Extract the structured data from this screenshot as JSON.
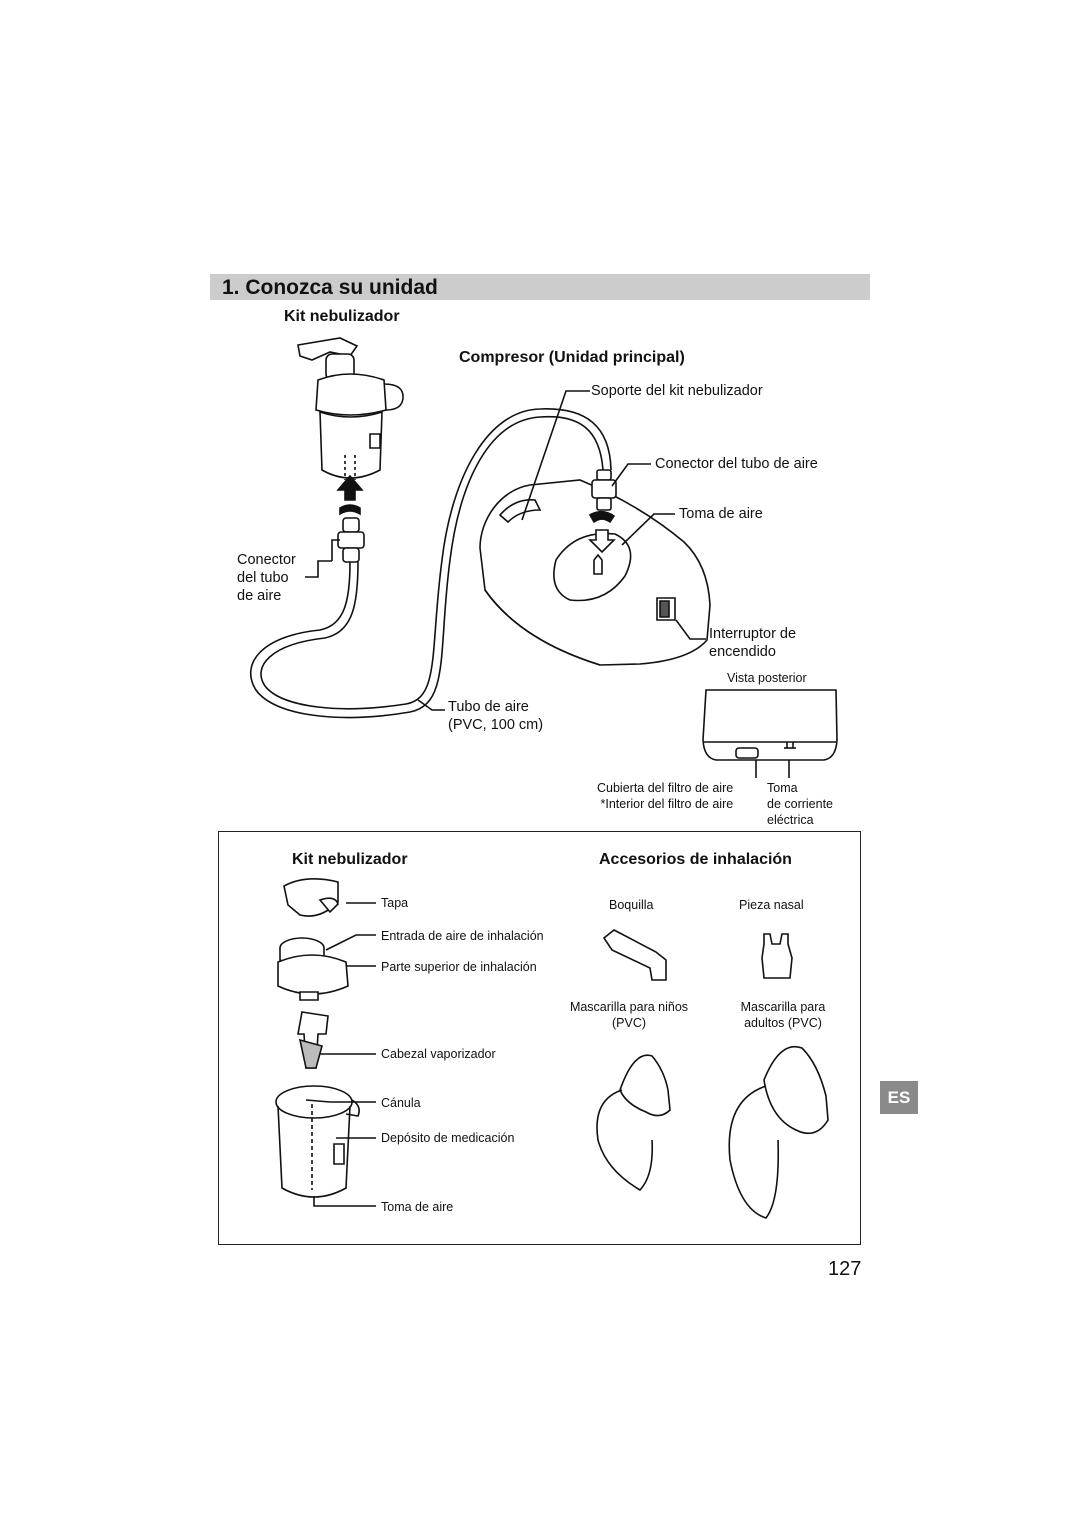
{
  "header": {
    "title": "1.  Conozca su unidad"
  },
  "top": {
    "kit_heading": "Kit nebulizador",
    "compressor_heading": "Compresor (Unidad principal)",
    "labels": {
      "soporte": "Soporte del kit nebulizador",
      "conector_tubo": "Conector del tubo de aire",
      "toma_aire": "Toma de aire",
      "conector_left": [
        "Conector",
        "del tubo",
        "de aire"
      ],
      "interruptor": [
        "Interruptor de",
        "encendido"
      ],
      "tubo": [
        "Tubo de aire",
        "(PVC, 100 cm)"
      ],
      "vista_posterior": "Vista posterior",
      "cubierta": [
        "Cubierta del filtro de aire",
        "*Interior del filtro de aire"
      ],
      "toma_corriente": [
        "Toma",
        "de corriente",
        "eléctrica"
      ]
    }
  },
  "box": {
    "kit_heading": "Kit nebulizador",
    "accessories_heading": "Accesorios de inhalación",
    "parts": [
      "Tapa",
      "Entrada de aire de inhalación",
      "Parte superior de inhalación",
      "Cabezal vaporizador",
      "Cánula",
      "Depósito de medicación",
      "Toma de aire"
    ],
    "accessories": {
      "boquilla": "Boquilla",
      "pieza_nasal": "Pieza nasal",
      "mascarilla_ninos": [
        "Mascarilla para niños",
        "(PVC)"
      ],
      "mascarilla_adultos": [
        "Mascarilla para",
        "adultos (PVC)"
      ]
    }
  },
  "tab": "ES",
  "page_number": "127"
}
